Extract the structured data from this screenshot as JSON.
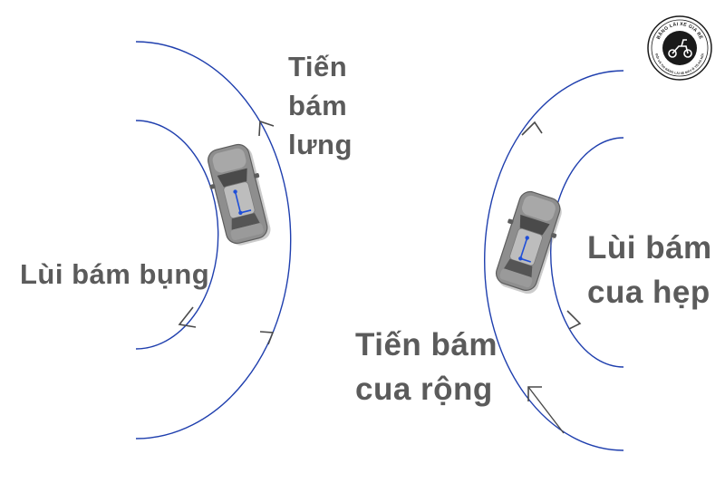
{
  "labels": {
    "tien_bam_lung": [
      "Tiến",
      "bám",
      "lưng"
    ],
    "lui_bam_bung": "Lùi bám bụng",
    "lui_bam_cua_hep": [
      "Lùi bám",
      "cua hẹp"
    ],
    "tien_bam_cua_rong": [
      "Tiến bám",
      "cua rộng"
    ]
  },
  "logo": {
    "top_text": "BẰNG LÁI XE GIA RẺ",
    "bottom_text": "ĐỔI VÀ THI BẰNG LÁI XE MÁY Ô TÔ HÀ NỘI"
  },
  "colors": {
    "curve": "#1f3fae",
    "arrow": "#4a4a4a",
    "text": "#5b5b5b",
    "car_body": "#8e8e8e",
    "car_roof": "#bdbdbd"
  },
  "icons": [
    "car-icon",
    "arrow-icon",
    "logo-icon"
  ]
}
